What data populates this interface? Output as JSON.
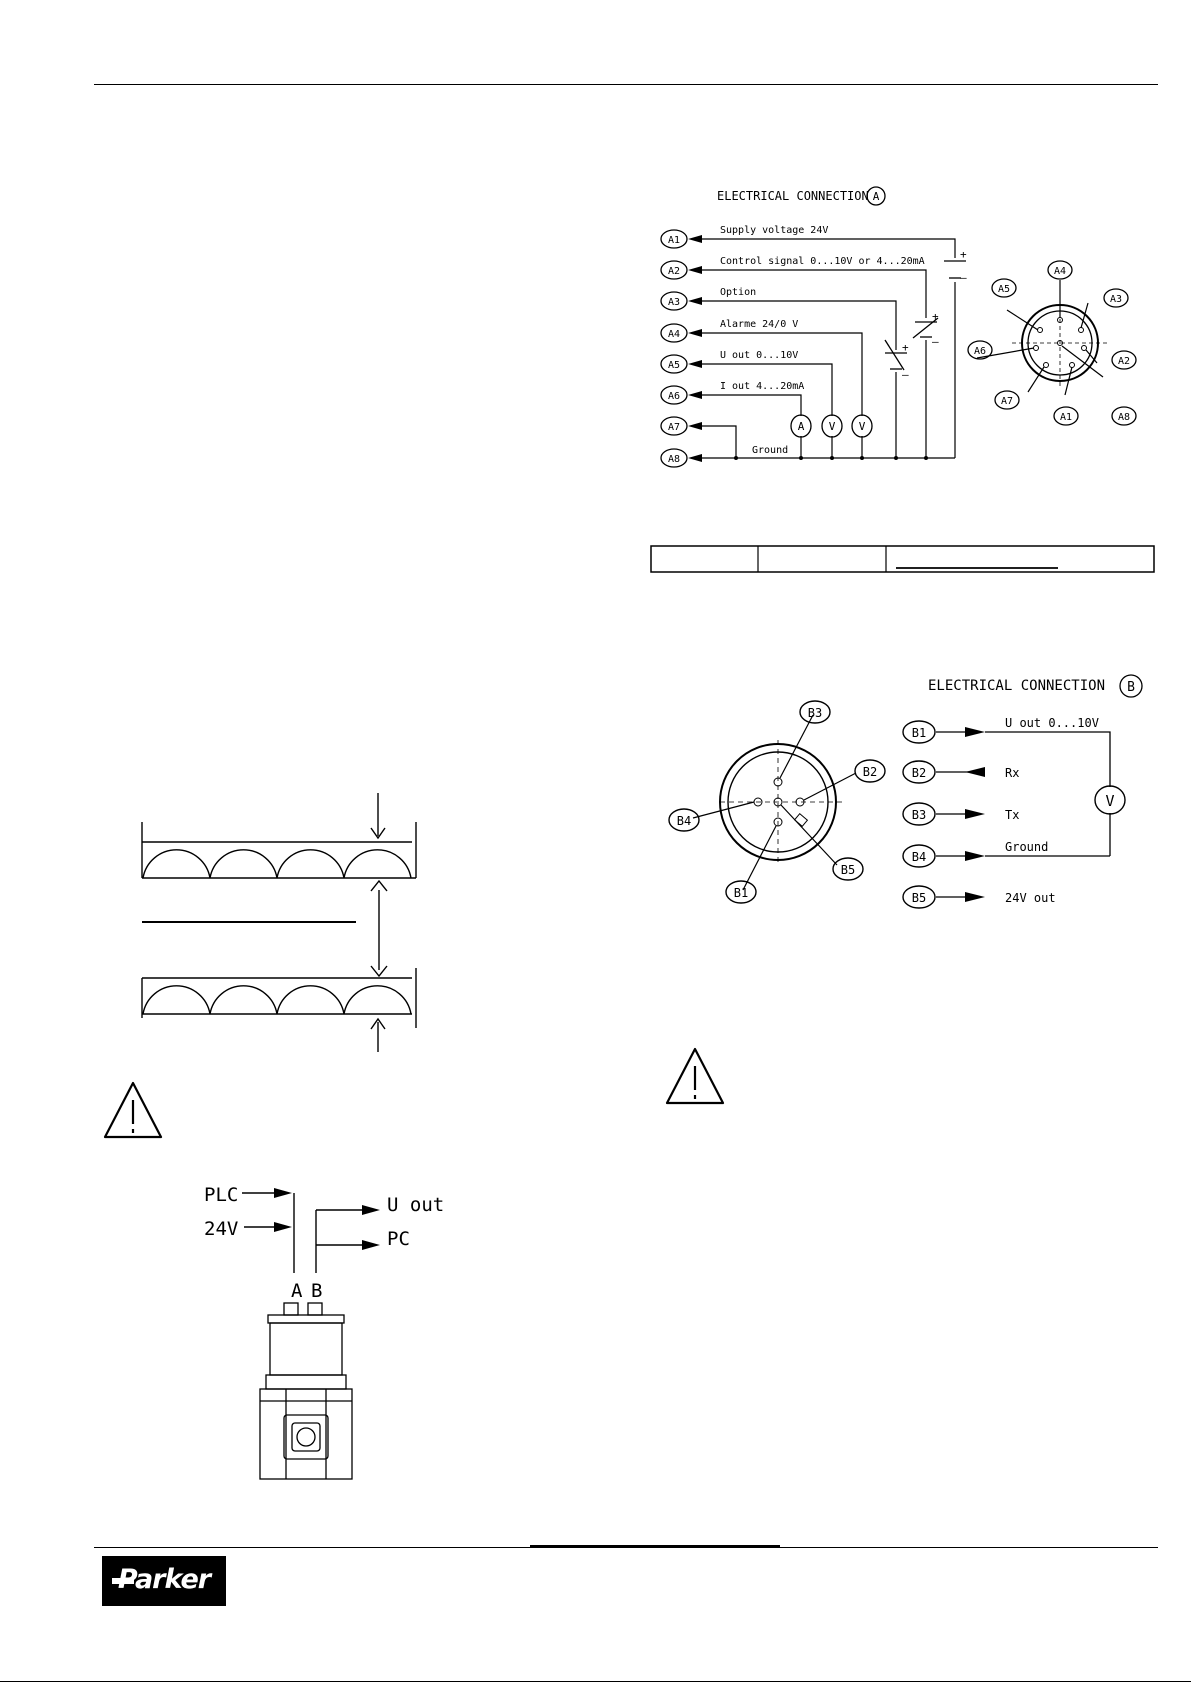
{
  "connection_a": {
    "title": "ELECTRICAL CONNECTION",
    "title_badge": "A",
    "pins": [
      "A1",
      "A2",
      "A3",
      "A4",
      "A5",
      "A6",
      "A7",
      "A8"
    ],
    "signals": {
      "a1": "Supply voltage  24V",
      "a2": "Control signal  0...10V or 4...20mA",
      "a3": "Option",
      "a4": "Alarme  24/0 V",
      "a5": "U out  0...10V",
      "a6": "I out  4...20mA",
      "ground": "Ground"
    },
    "meters": [
      "A",
      "V",
      "V"
    ],
    "plus": "+",
    "minus": "–",
    "connector_pins": [
      "A1",
      "A2",
      "A3",
      "A4",
      "A5",
      "A6",
      "A7",
      "A8"
    ]
  },
  "connection_b": {
    "title": "ELECTRICAL CONNECTION",
    "title_badge": "B",
    "pins": [
      "B1",
      "B2",
      "B3",
      "B4",
      "B5"
    ],
    "signals": {
      "b1": "U out  0...10V",
      "b2": "Rx",
      "b3": "Tx",
      "b4": "Ground",
      "b5": "24V out"
    },
    "meter": "V",
    "connector_pins": [
      "B1",
      "B2",
      "B3",
      "B4",
      "B5"
    ]
  },
  "wiring": {
    "plc": "PLC",
    "v24": "24V",
    "uout": "U out",
    "pc": "PC",
    "port_a": "A",
    "port_b": "B"
  },
  "logo": "Parker"
}
